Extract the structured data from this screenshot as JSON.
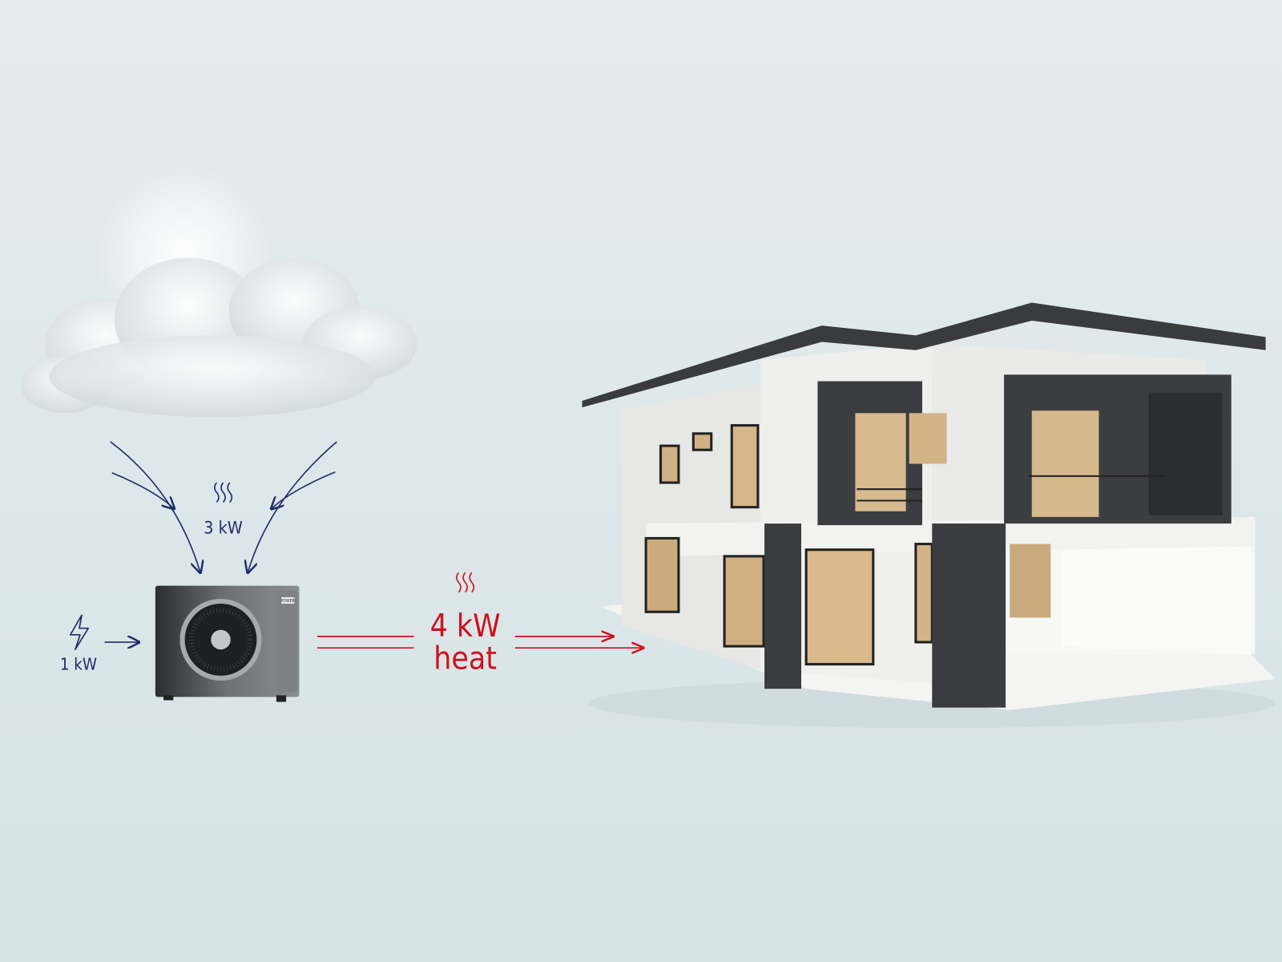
{
  "diagram": {
    "ambient_label": "3 kW",
    "electric_label": "1 kW",
    "output_value": "4 kW",
    "output_label": "heat",
    "unit_brand": "POWER",
    "colors": {
      "ambient": "#1f2a6b",
      "heat": "#d0101e"
    },
    "icons": [
      "cloud-sun",
      "heat-waves",
      "lightning-bolt",
      "heat-pump",
      "house"
    ]
  }
}
